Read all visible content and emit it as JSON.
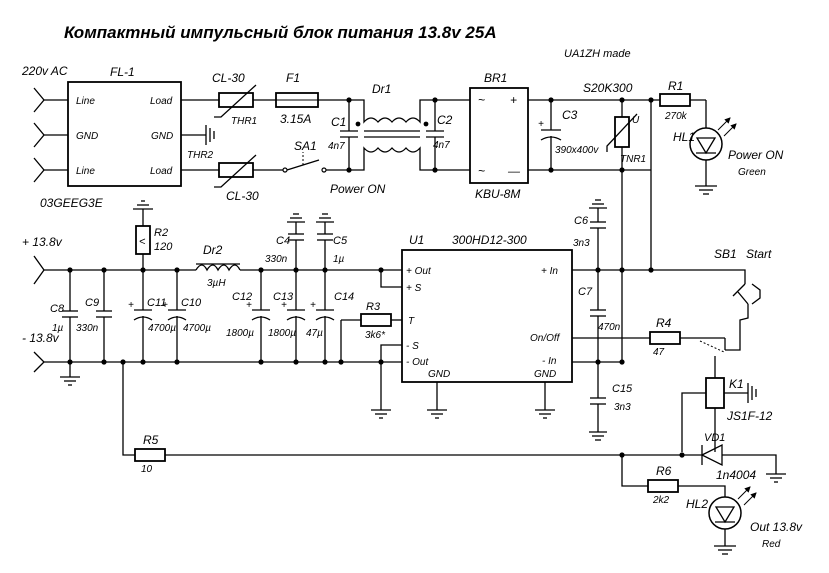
{
  "title": "Компактный импульсный блок питания 13.8v 25A",
  "author": "UA1ZH made",
  "input": {
    "label": "220v AC"
  },
  "filter": {
    "ref": "FL-1",
    "part": "03GEEG3E",
    "pins": [
      "Line",
      "GND",
      "Line",
      "Load",
      "GND",
      "Load"
    ]
  },
  "thermistors": {
    "thr1": {
      "ref": "THR1",
      "part": "CL-30"
    },
    "thr2": {
      "ref": "THR2",
      "part": "CL-30"
    },
    "tnr1": {
      "ref": "TNR1",
      "part": "S20K300",
      "mark": "U"
    }
  },
  "fuse": {
    "ref": "F1",
    "value": "3.15A"
  },
  "switch_power": {
    "ref": "SA1",
    "label": "Power ON"
  },
  "choke1": {
    "ref": "Dr1"
  },
  "caps_in": {
    "c1": {
      "ref": "C1",
      "value": "4n7"
    },
    "c2": {
      "ref": "C2",
      "value": "4n7"
    },
    "c3": {
      "ref": "C3",
      "value": "390x400v"
    }
  },
  "bridge": {
    "ref": "BR1",
    "part": "KBU-8M",
    "symbols": [
      "~",
      "+",
      "~",
      "—"
    ]
  },
  "r1": {
    "ref": "R1",
    "value": "270k"
  },
  "hl1": {
    "ref": "HL1",
    "label": "Power ON",
    "color": "Green"
  },
  "output": {
    "plus": "+ 13.8v",
    "minus": "- 13.8v"
  },
  "r2": {
    "ref": "R2",
    "value": "120",
    "mark": "<"
  },
  "choke2": {
    "ref": "Dr2",
    "value": "3µH"
  },
  "caps_out": {
    "c4": {
      "ref": "C4",
      "value": "330n"
    },
    "c5": {
      "ref": "C5",
      "value": "1µ"
    },
    "c8": {
      "ref": "C8",
      "value": "1µ"
    },
    "c9": {
      "ref": "C9",
      "value": "330n"
    },
    "c10": {
      "ref": "C10",
      "value": "4700µ"
    },
    "c11": {
      "ref": "C11",
      "value": "4700µ"
    },
    "c12": {
      "ref": "C12",
      "value": "1800µ"
    },
    "c13": {
      "ref": "C13",
      "value": "1800µ"
    },
    "c14": {
      "ref": "C14",
      "value": "47µ"
    },
    "c6": {
      "ref": "C6",
      "value": "3n3"
    },
    "c7": {
      "ref": "C7",
      "value": "470n"
    },
    "c15": {
      "ref": "C15",
      "value": "3n3"
    }
  },
  "r3": {
    "ref": "R3",
    "value": "3k6*"
  },
  "module": {
    "ref": "U1",
    "part": "300HD12-300",
    "pins": {
      "out_plus": "+ Out",
      "s_plus": "+ S",
      "t": "T",
      "s_minus": "- S",
      "out_minus": "- Out",
      "gnd_left": "GND",
      "in_plus": "+ In",
      "onoff": "On/Off",
      "in_minus": "- In",
      "gnd_right": "GND"
    }
  },
  "sb1": {
    "ref": "SB1",
    "label": "Start"
  },
  "r4": {
    "ref": "R4",
    "value": "47"
  },
  "k1": {
    "ref": "K1",
    "part": "JS1F-12"
  },
  "vd1": {
    "ref": "VD1",
    "part": "1n4004"
  },
  "r5": {
    "ref": "R5",
    "value": "10"
  },
  "r6": {
    "ref": "R6",
    "value": "2k2"
  },
  "hl2": {
    "ref": "HL2",
    "label": "Out 13.8v",
    "color": "Red"
  }
}
